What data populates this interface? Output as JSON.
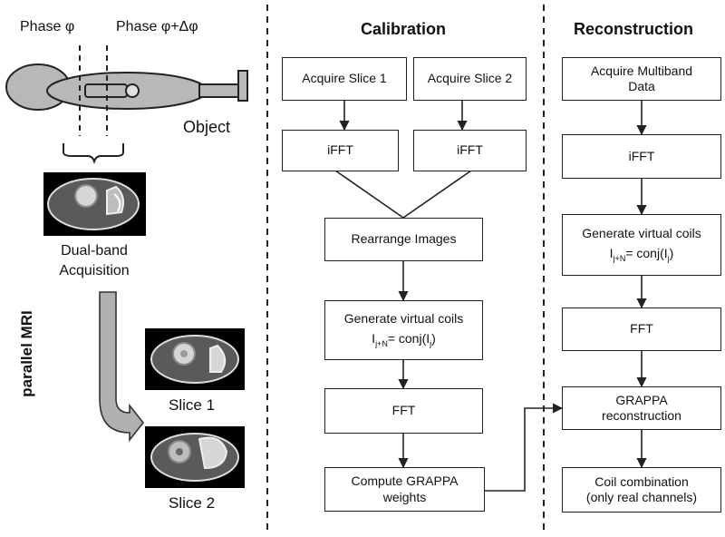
{
  "left": {
    "phase_a": "Phase φ",
    "phase_b": "Phase φ+Δφ",
    "object_label": "Object",
    "dual_band_line1": "Dual-band",
    "dual_band_line2": "Acquisition",
    "parallel_mri": "parallel MRI",
    "slice1": "Slice 1",
    "slice2": "Slice 2"
  },
  "calibration": {
    "header": "Calibration",
    "acquire1": "Acquire Slice 1",
    "acquire2": "Acquire Slice 2",
    "ifft1": "iFFT",
    "ifft2": "iFFT",
    "rearrange": "Rearrange Images",
    "virtual_title": "Generate virtual coils",
    "formula": {
      "I": "I",
      "sub1": "j+N",
      "eq": "= conj(I",
      "sub2": "j",
      "close": ")"
    },
    "fft": "FFT",
    "grappa_w_line1": "Compute GRAPPA",
    "grappa_w_line2": "weights"
  },
  "reconstruction": {
    "header": "Reconstruction",
    "acquire_line1": "Acquire Multiband",
    "acquire_line2": "Data",
    "ifft": "iFFT",
    "virtual_title": "Generate virtual coils",
    "formula": {
      "I": "I",
      "sub1": "j+N",
      "eq": "= conj(I",
      "sub2": "j",
      "close": ")"
    },
    "fft": "FFT",
    "grappa_line1": "GRAPPA",
    "grappa_line2": "reconstruction",
    "coil_line1": "Coil combination",
    "coil_line2": "(only real channels)"
  },
  "colors": {
    "line": "#222222",
    "body_fill": "#b8b8b8",
    "image_bg": "#000000",
    "tissue": "#5a5a5a",
    "bright": "#d6d6d6",
    "arrow_fill": "#b0b0b0"
  }
}
